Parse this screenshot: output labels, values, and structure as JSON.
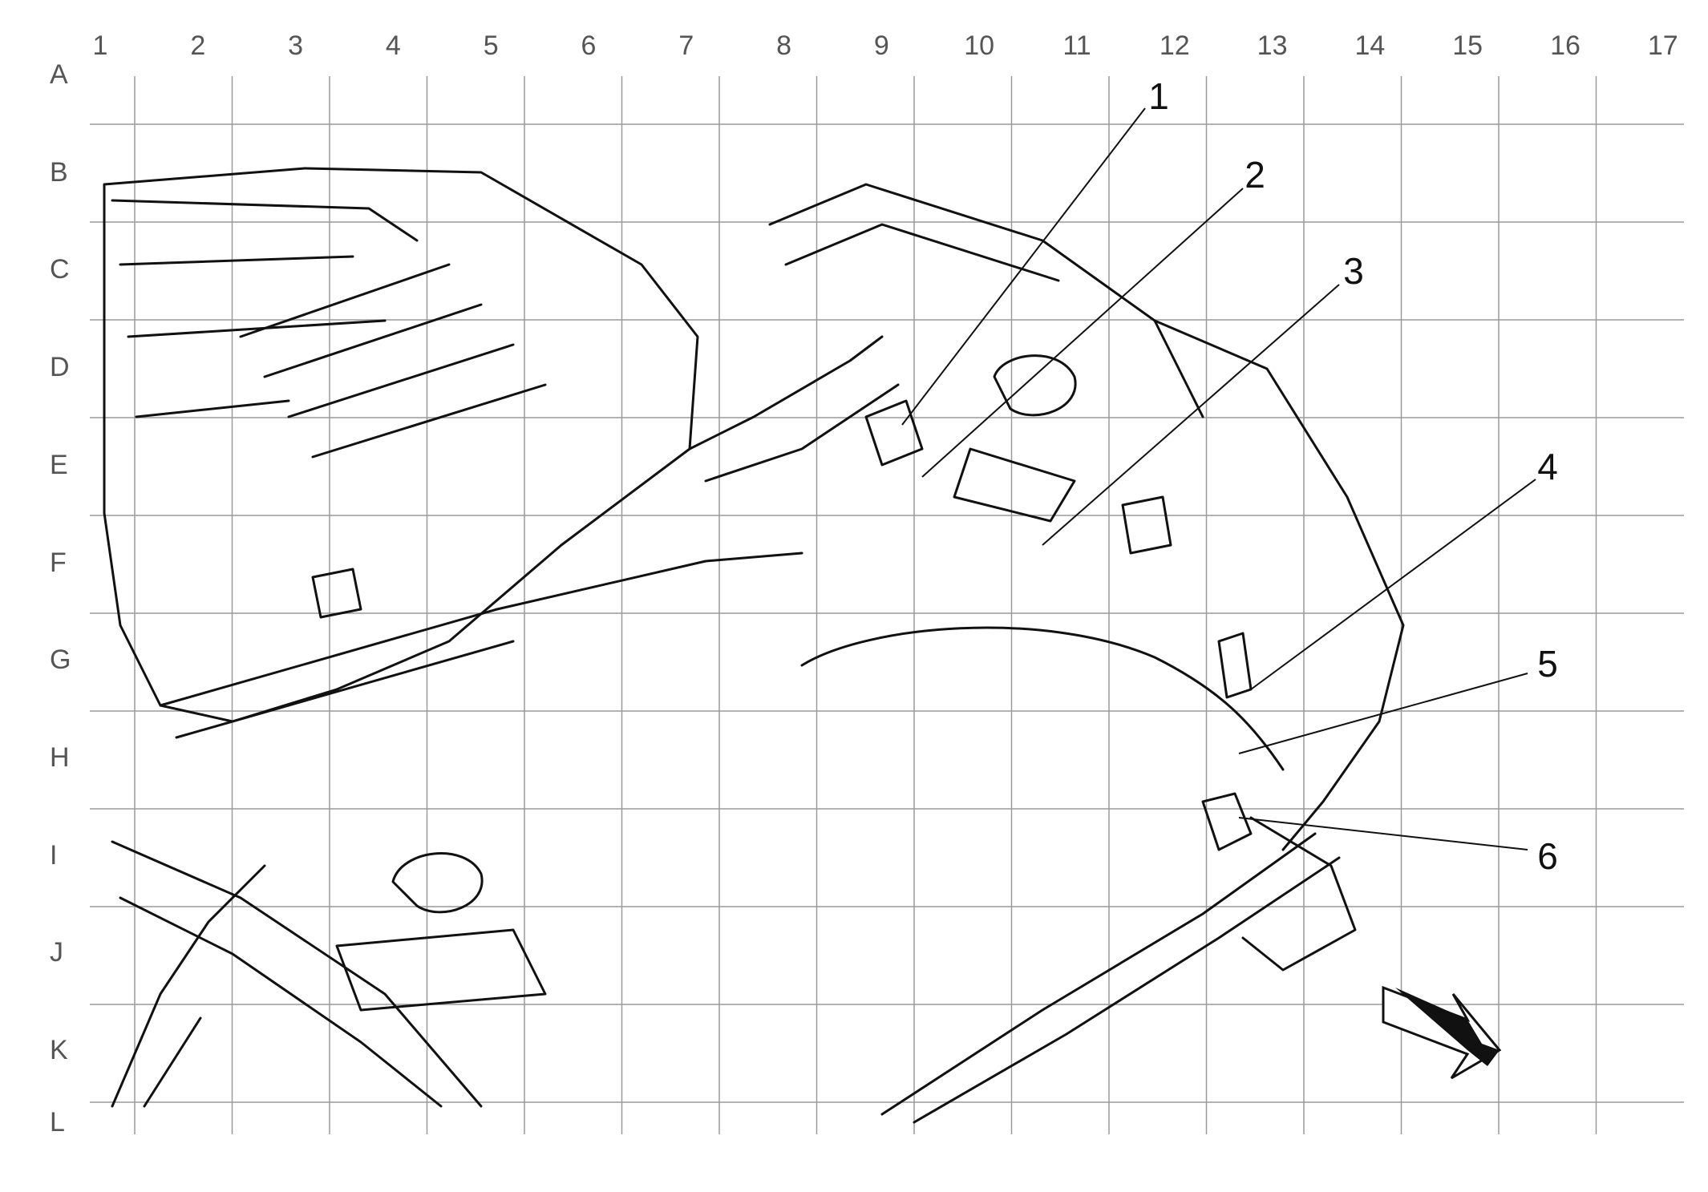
{
  "grid": {
    "columns": [
      "1",
      "2",
      "3",
      "4",
      "5",
      "6",
      "7",
      "8",
      "9",
      "10",
      "11",
      "12",
      "13",
      "14",
      "15",
      "16",
      "17"
    ],
    "rows": [
      "A",
      "B",
      "C",
      "D",
      "E",
      "F",
      "G",
      "H",
      "I",
      "J",
      "K",
      "L"
    ]
  },
  "callouts": [
    "1",
    "2",
    "3",
    "4",
    "5",
    "6"
  ],
  "colors": {
    "line": "#111111",
    "grid": "#9a9a9a",
    "label": "#555555",
    "background": "#ffffff"
  }
}
